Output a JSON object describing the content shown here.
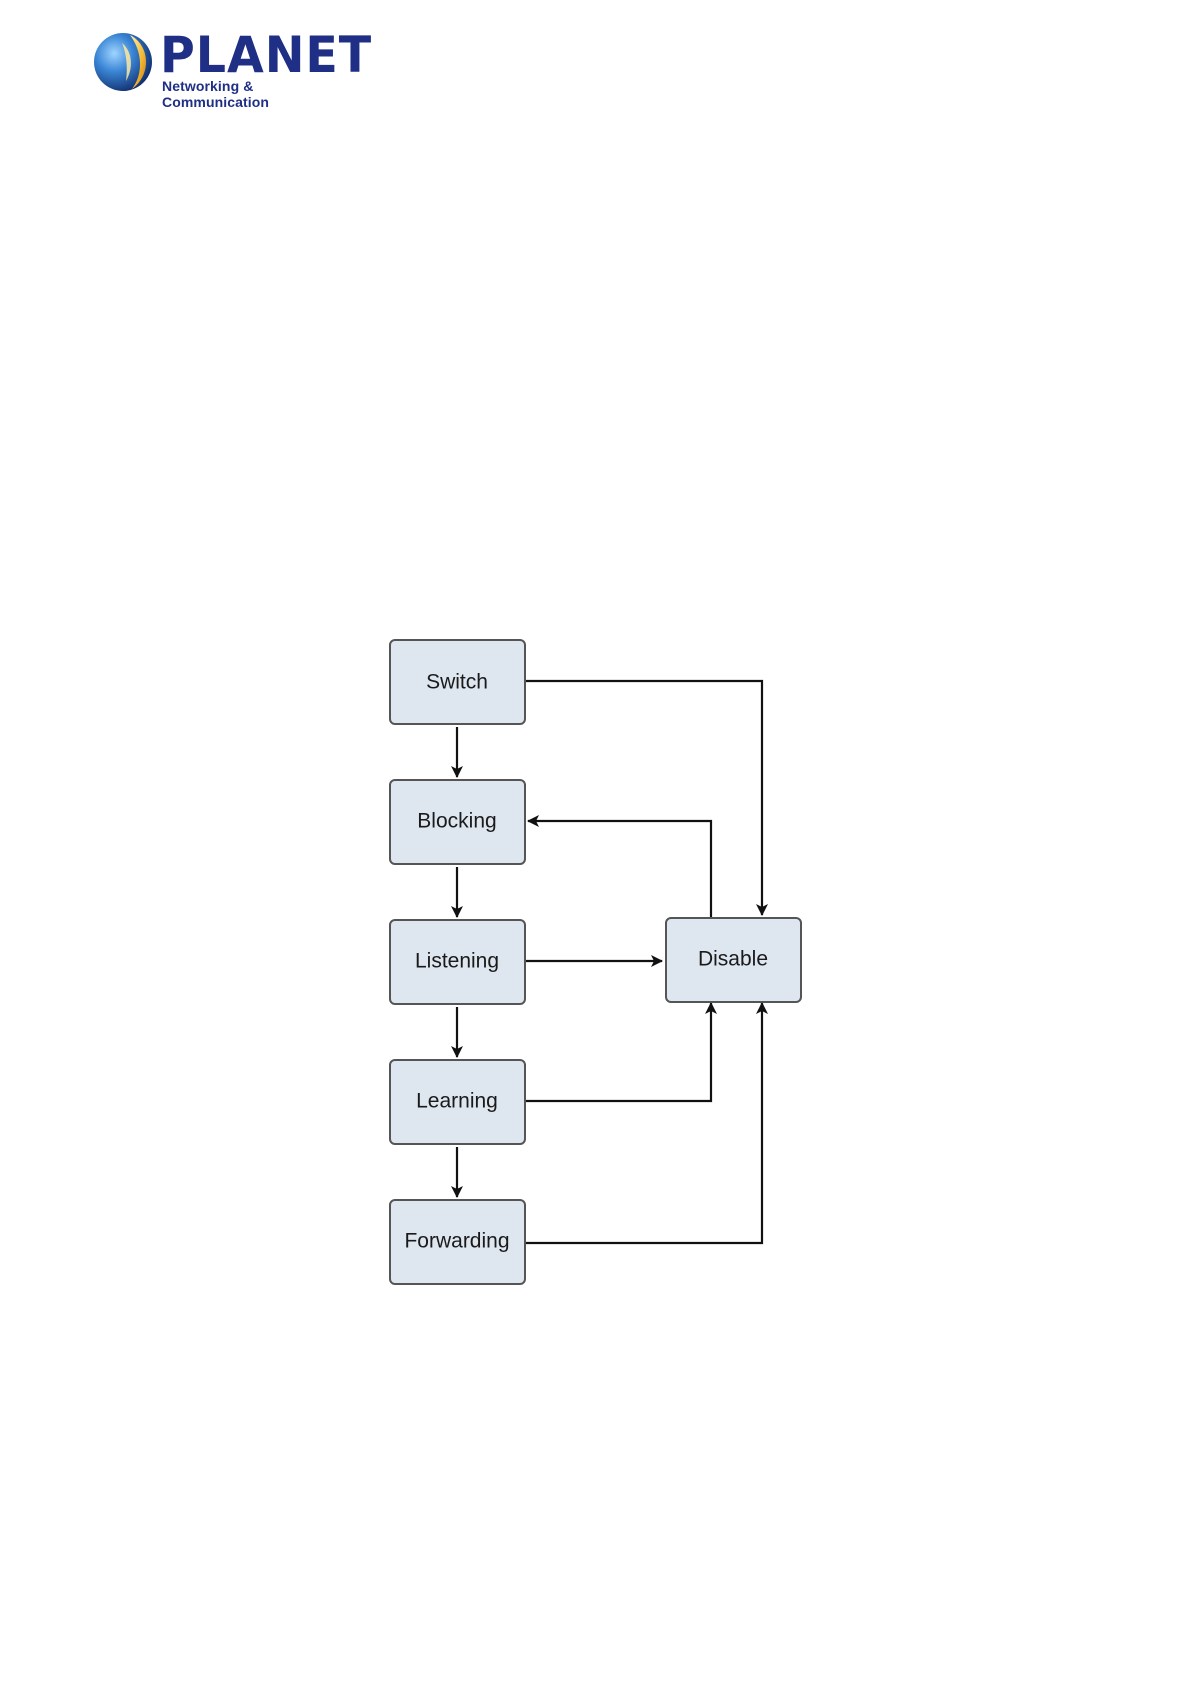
{
  "header": {
    "brand": "PLANET",
    "tagline": "Networking & Communication",
    "brand_color": "#1f2f86",
    "logo_icon": "planet-globe-icon"
  },
  "diagram": {
    "nodes": [
      {
        "id": "switch",
        "label": "Switch"
      },
      {
        "id": "blocking",
        "label": "Blocking"
      },
      {
        "id": "listening",
        "label": "Listening"
      },
      {
        "id": "learning",
        "label": "Learning"
      },
      {
        "id": "forwarding",
        "label": "Forwarding"
      },
      {
        "id": "disable",
        "label": "Disable"
      }
    ],
    "edges": [
      {
        "from": "switch",
        "to": "blocking"
      },
      {
        "from": "blocking",
        "to": "listening"
      },
      {
        "from": "listening",
        "to": "learning"
      },
      {
        "from": "learning",
        "to": "forwarding"
      },
      {
        "from": "switch",
        "to": "disable"
      },
      {
        "from": "disable",
        "to": "blocking"
      },
      {
        "from": "listening",
        "to": "disable"
      },
      {
        "from": "learning",
        "to": "disable"
      },
      {
        "from": "forwarding",
        "to": "disable"
      }
    ],
    "node_fill": "#dee6f0",
    "node_border": "#555555",
    "edge_color": "#111111"
  }
}
